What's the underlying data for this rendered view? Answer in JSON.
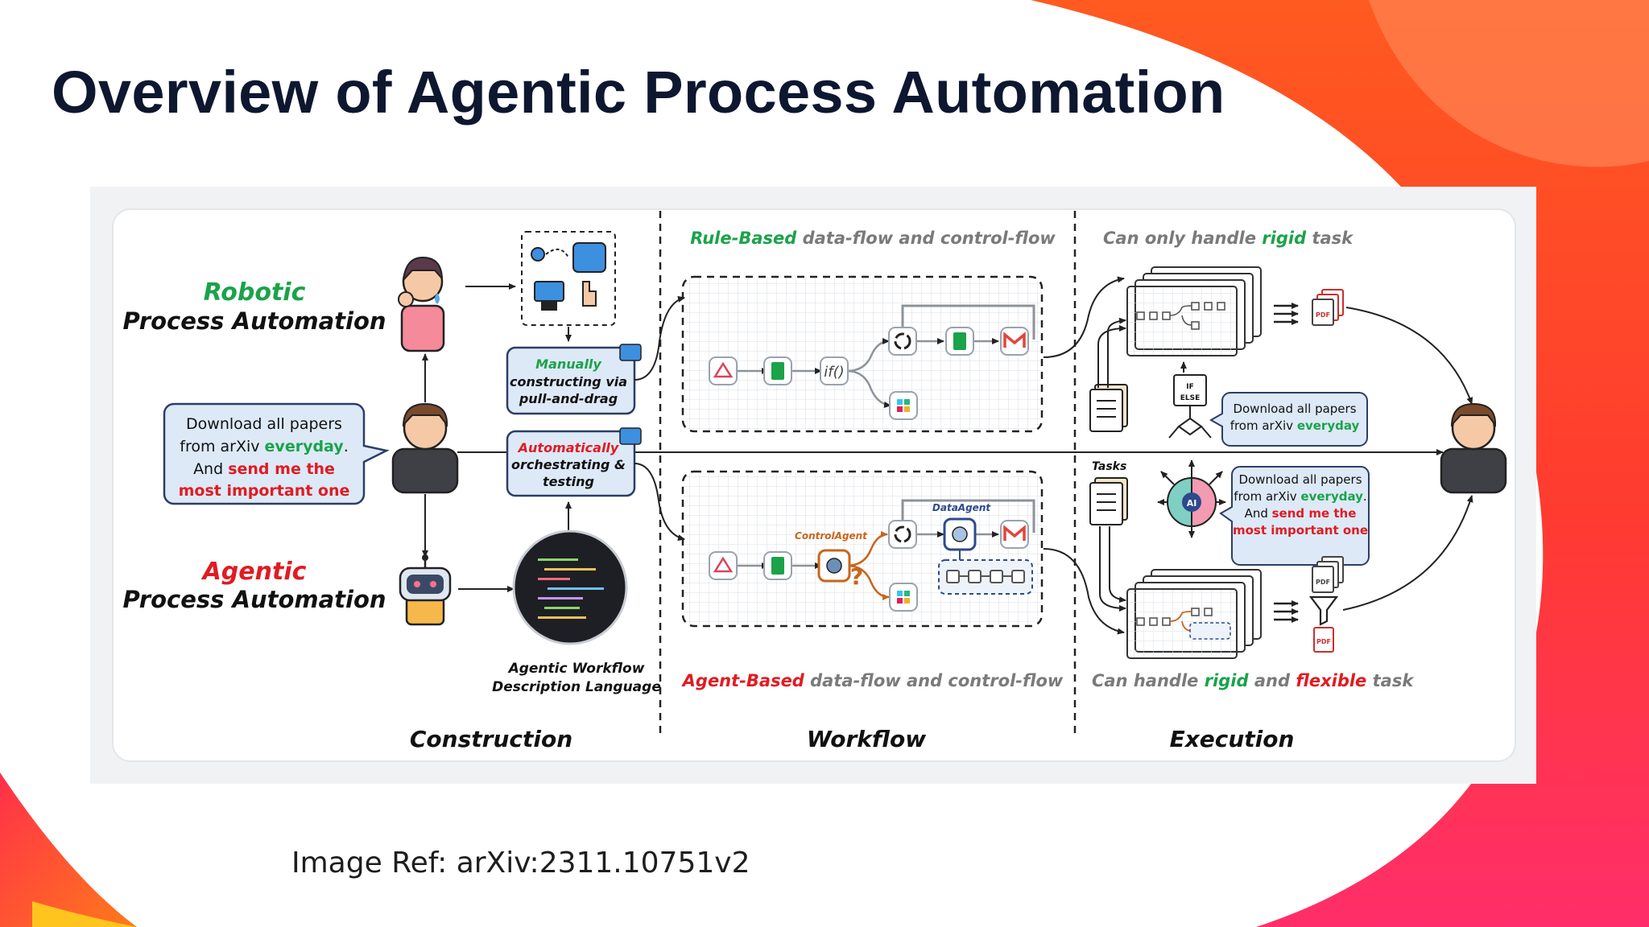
{
  "slide": {
    "title": "Overview of Agentic Process Automation",
    "image_ref": "Image Ref: arXiv:2311.10751v2"
  },
  "colors": {
    "title": "#0e1730",
    "green": "#1aa34a",
    "red": "#e11b22",
    "orange_accent": "#ff5a1f",
    "box_fill": "#dde9f7",
    "box_stroke": "#2c3e66"
  },
  "diagram": {
    "rpa": {
      "line1": "Robotic",
      "line2": "Process Automation"
    },
    "apa": {
      "line1": "Agentic",
      "line2": "Process Automation"
    },
    "instruction": {
      "l1": "Download all papers",
      "l2a": "from arXiv ",
      "l2b": "everyday",
      "l2c": ".",
      "l3a": "And ",
      "l3b": "send me the",
      "l4": "most important one"
    },
    "manual_box": {
      "l1": "Manually",
      "l2": "constructing via",
      "l3": "pull-and-drag"
    },
    "auto_box": {
      "l1": "Automatically",
      "l2": "orchestrating &",
      "l3": "testing"
    },
    "awdl": {
      "l1": "Agentic Workflow",
      "l2": "Description Language"
    },
    "rule_caption": {
      "a": "Rule-Based",
      "b": " data-flow and control-flow"
    },
    "agent_caption": {
      "a": "Agent-Based",
      "b": " data-flow and control-flow"
    },
    "rigid_caption": {
      "a": "Can only handle ",
      "b": "rigid",
      "c": " task"
    },
    "flex_caption": {
      "a": "Can handle ",
      "b": "rigid",
      "c": " and ",
      "d": "flexible",
      "e": " task"
    },
    "control_agent": "ControlAgent",
    "data_agent": "DataAgent",
    "if_label": "if()",
    "tasks_label": "Tasks",
    "ifelse_icon": {
      "l1": "IF",
      "l2": "ELSE"
    },
    "ai_label": "AI",
    "pdf_label": "PDF",
    "exec_bubble_top": {
      "l1": "Download all papers",
      "l2a": "from arXiv ",
      "l2b": "everyday"
    },
    "exec_bubble_bottom": {
      "l1": "Download all papers",
      "l2a": "from arXiv ",
      "l2b": "everyday",
      "l2c": ".",
      "l3a": "And ",
      "l3b": "send me the",
      "l4": "most important one"
    },
    "sections": {
      "construction": "Construction",
      "workflow": "Workflow",
      "execution": "Execution"
    }
  }
}
